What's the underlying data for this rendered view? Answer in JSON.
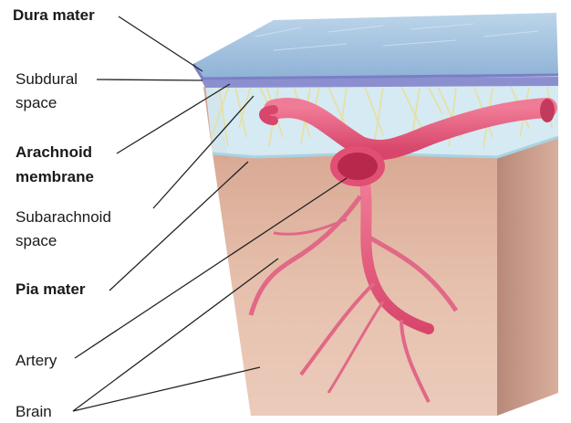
{
  "labels": {
    "dura_mater": "Dura mater",
    "subdural_line1": "Subdural",
    "subdural_line2": "space",
    "arachnoid_line1": "Arachnoid",
    "arachnoid_line2": "membrane",
    "subarachnoid_line1": "Subarachnoid",
    "subarachnoid_line2": "space",
    "pia_mater": "Pia mater",
    "artery": "Artery",
    "brain": "Brain"
  },
  "colors": {
    "dura": "#a9c8e2",
    "dura_edge": "#7b7cc0",
    "arachnoid": "#cfe6ee",
    "brain_front": "#e2b8a4",
    "brain_side": "#c99a86",
    "artery": "#e55a7a",
    "artery_dark": "#c73a5e",
    "trabeculae": "#e9e2a8",
    "leader_line": "#222222"
  }
}
